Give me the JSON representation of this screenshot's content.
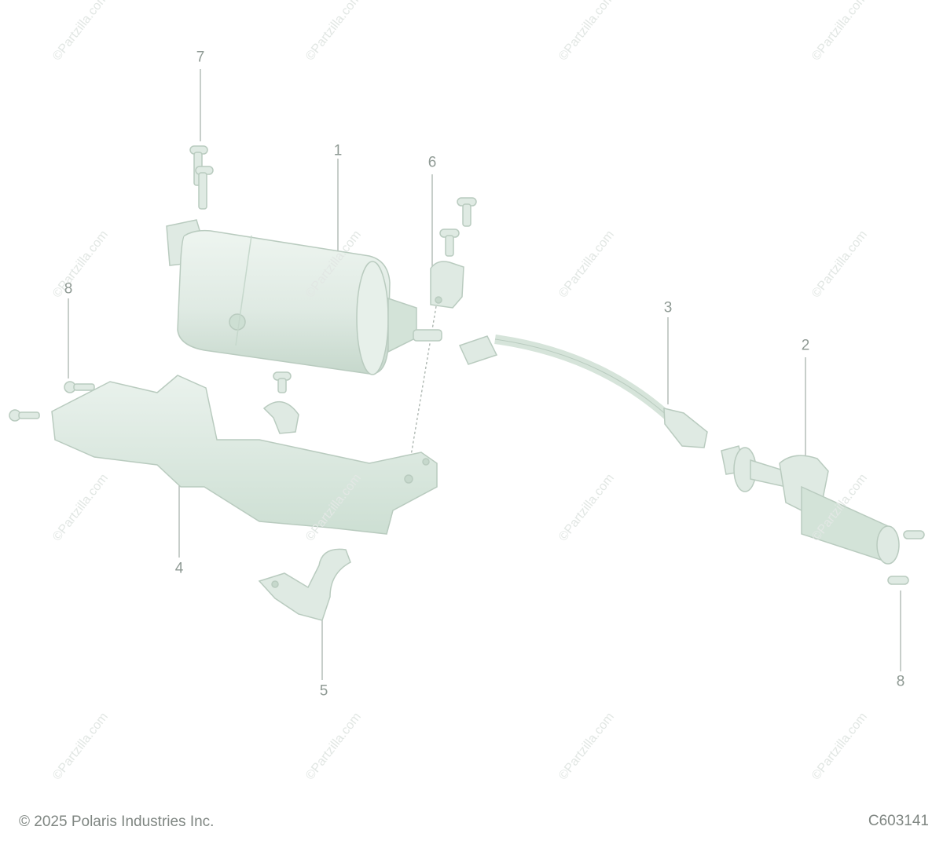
{
  "diagram": {
    "callouts": [
      {
        "id": "1",
        "label": "1"
      },
      {
        "id": "2",
        "label": "2"
      },
      {
        "id": "3",
        "label": "3"
      },
      {
        "id": "4",
        "label": "4"
      },
      {
        "id": "5",
        "label": "5"
      },
      {
        "id": "6",
        "label": "6"
      },
      {
        "id": "7",
        "label": "7"
      },
      {
        "id": "8a",
        "label": "8"
      },
      {
        "id": "8b",
        "label": "8"
      }
    ],
    "watermark_text": "©Partzilla.com",
    "colors": {
      "part_fill": "#dfeae3",
      "part_stroke": "#b9cbbf",
      "part_shade": "#c9dbcf",
      "leader": "#a9b3ad",
      "label": "#8f9a94"
    }
  },
  "footer": {
    "copyright": "© 2025 Polaris Industries Inc.",
    "code": "C603141"
  }
}
